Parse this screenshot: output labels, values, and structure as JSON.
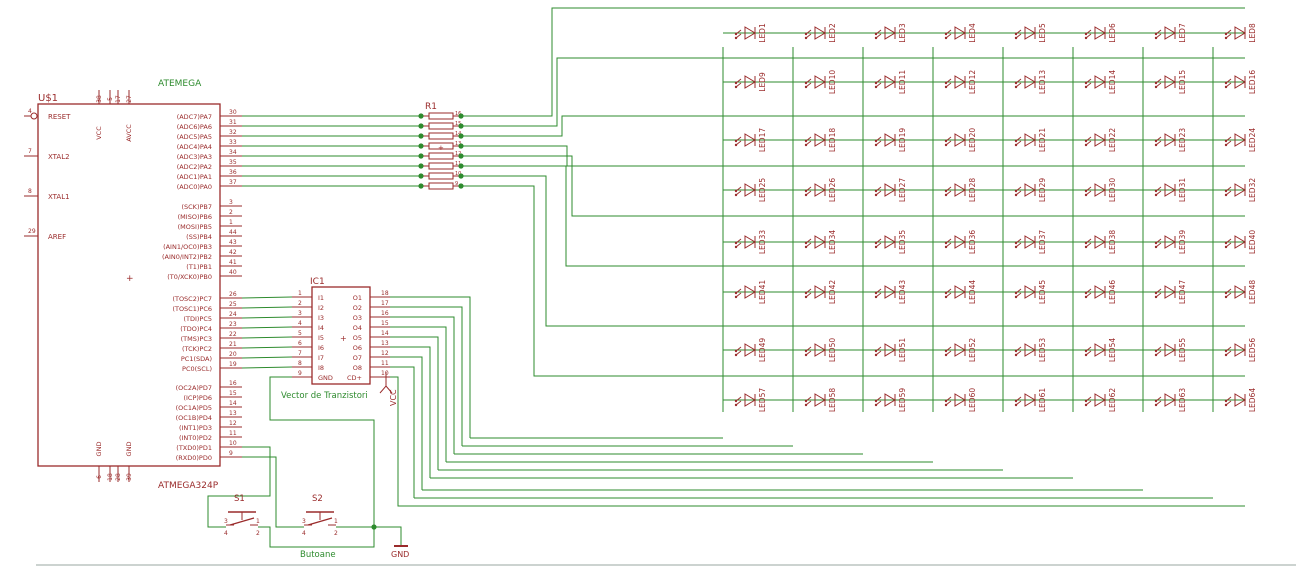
{
  "colors": {
    "part": "#9a2b2b",
    "wire": "#2e8b2e",
    "junction": "#2e8b2e",
    "name_text": "#2e8b2e",
    "pin_text": "#9a2b2b",
    "bg": "#ffffff"
  },
  "mcu": {
    "ref": "U$1",
    "value": "ATMEGA324P",
    "name_label": "ATEMEGA",
    "left_pins": [
      {
        "num": "4",
        "name": "RESET"
      },
      {
        "num": "7",
        "name": "XTAL2"
      },
      {
        "num": "8",
        "name": "XTAL1"
      },
      {
        "num": "29",
        "name": "AREF"
      }
    ],
    "top_pins": [
      {
        "num": "38",
        "name": "VCC"
      },
      {
        "num": "5",
        "name": ""
      },
      {
        "num": "17",
        "name": ""
      },
      {
        "num": "27",
        "name": "AVCC"
      }
    ],
    "bottom_pins": [
      {
        "num": "6",
        "name": "GND"
      },
      {
        "num": "18",
        "name": ""
      },
      {
        "num": "28",
        "name": ""
      },
      {
        "num": "39",
        "name": "GND"
      }
    ],
    "right_pins": [
      {
        "num": "30",
        "name": "(ADC7)PA7"
      },
      {
        "num": "31",
        "name": "(ADC6)PA6"
      },
      {
        "num": "32",
        "name": "(ADC5)PA5"
      },
      {
        "num": "33",
        "name": "(ADC4)PA4"
      },
      {
        "num": "34",
        "name": "(ADC3)PA3"
      },
      {
        "num": "35",
        "name": "(ADC2)PA2"
      },
      {
        "num": "36",
        "name": "(ADC1)PA1"
      },
      {
        "num": "37",
        "name": "(ADC0)PA0"
      },
      {
        "num": "3",
        "name": "(SCK)PB7"
      },
      {
        "num": "2",
        "name": "(MISO)PB6"
      },
      {
        "num": "1",
        "name": "(MOSI)PB5"
      },
      {
        "num": "44",
        "name": "(SS)PB4"
      },
      {
        "num": "43",
        "name": "(AIN1/OC0)PB3"
      },
      {
        "num": "42",
        "name": "(AIN0/INT2)PB2"
      },
      {
        "num": "41",
        "name": "(T1)PB1"
      },
      {
        "num": "40",
        "name": "(T0/XCK0)PB0"
      },
      {
        "num": "26",
        "name": "(TOSC2)PC7"
      },
      {
        "num": "25",
        "name": "(TOSC1)PC6"
      },
      {
        "num": "24",
        "name": "(TDI)PC5"
      },
      {
        "num": "23",
        "name": "(TDO)PC4"
      },
      {
        "num": "22",
        "name": "(TMS)PC3"
      },
      {
        "num": "21",
        "name": "(TCK)PC2"
      },
      {
        "num": "20",
        "name": "PC1(SDA)"
      },
      {
        "num": "19",
        "name": "PC0(SCL)"
      },
      {
        "num": "16",
        "name": "(OC2A)PD7"
      },
      {
        "num": "15",
        "name": "(ICP)PD6"
      },
      {
        "num": "14",
        "name": "(OC1A)PD5"
      },
      {
        "num": "13",
        "name": "(OC1B)PD4"
      },
      {
        "num": "12",
        "name": "(INT1)PD3"
      },
      {
        "num": "11",
        "name": "(INT0)PD2"
      },
      {
        "num": "10",
        "name": "(TXD0)PD1"
      },
      {
        "num": "9",
        "name": "(RXD0)PD0"
      }
    ]
  },
  "resistor": {
    "ref": "R1"
  },
  "ic": {
    "ref": "IC1",
    "value": "Vector de Tranzistori",
    "left_pins": [
      {
        "num": "1",
        "name": "I1"
      },
      {
        "num": "2",
        "name": "I2"
      },
      {
        "num": "3",
        "name": "I3"
      },
      {
        "num": "4",
        "name": "I4"
      },
      {
        "num": "5",
        "name": "I5"
      },
      {
        "num": "6",
        "name": "I6"
      },
      {
        "num": "7",
        "name": "I7"
      },
      {
        "num": "8",
        "name": "I8"
      },
      {
        "num": "9",
        "name": "GND"
      }
    ],
    "right_pins": [
      {
        "num": "18",
        "name": "O1"
      },
      {
        "num": "17",
        "name": "O2"
      },
      {
        "num": "16",
        "name": "O3"
      },
      {
        "num": "15",
        "name": "O4"
      },
      {
        "num": "14",
        "name": "O5"
      },
      {
        "num": "13",
        "name": "O6"
      },
      {
        "num": "12",
        "name": "O7"
      },
      {
        "num": "11",
        "name": "O8"
      },
      {
        "num": "10",
        "name": "CD+"
      }
    ]
  },
  "vcc_label": "VCC",
  "gnd_label": "GND",
  "switches": [
    {
      "ref": "S1",
      "pins": [
        "3",
        "4",
        "1",
        "2"
      ]
    },
    {
      "ref": "S2",
      "pins": [
        "3",
        "4",
        "1",
        "2"
      ]
    }
  ],
  "buttons_label": "Butoane",
  "leds": [
    "LED1",
    "LED2",
    "LED3",
    "LED4",
    "LED5",
    "LED6",
    "LED7",
    "LED8",
    "LED9",
    "LED10",
    "LED11",
    "LED12",
    "LED13",
    "LED14",
    "LED15",
    "LED16",
    "LED17",
    "LED18",
    "LED19",
    "LED20",
    "LED21",
    "LED22",
    "LED23",
    "LED24",
    "LED25",
    "LED26",
    "LED27",
    "LED28",
    "LED29",
    "LED30",
    "LED31",
    "LED32",
    "LED33",
    "LED34",
    "LED35",
    "LED36",
    "LED37",
    "LED38",
    "LED39",
    "LED40",
    "LED41",
    "LED42",
    "LED43",
    "LED44",
    "LED45",
    "LED46",
    "LED47",
    "LED48",
    "LED49",
    "LED50",
    "LED51",
    "LED52",
    "LED53",
    "LED54",
    "LED55",
    "LED56",
    "LED57",
    "LED58",
    "LED59",
    "LED60",
    "LED61",
    "LED62",
    "LED63",
    "LED64"
  ]
}
